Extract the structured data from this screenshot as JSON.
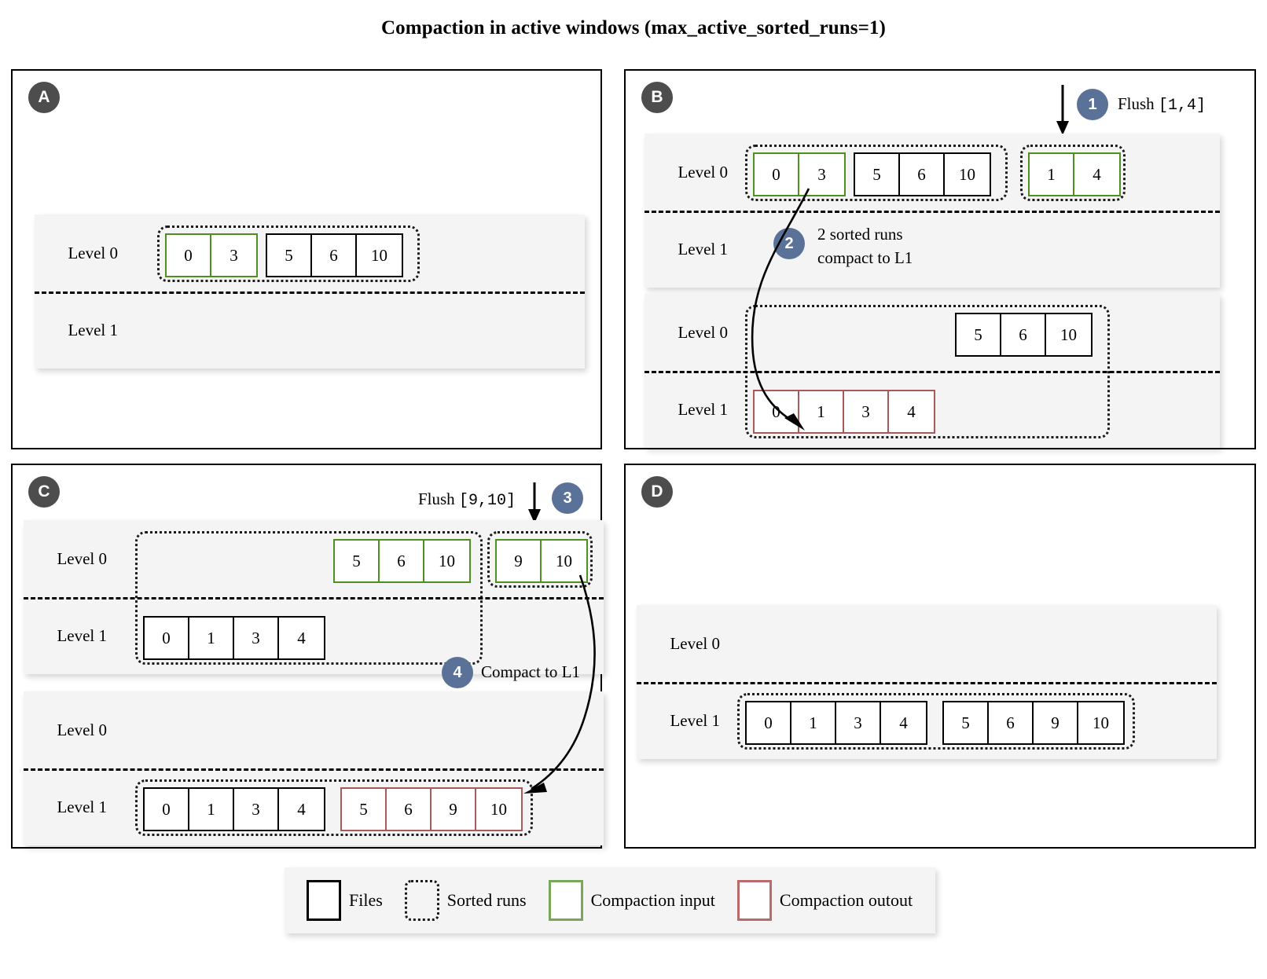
{
  "title": "Compaction in active windows (max_active_sorted_runs=1)",
  "colors": {
    "file_border": "#000000",
    "compaction_input": "#4f8f20",
    "compaction_output": "#a85a5a",
    "step_badge": "#5a7298",
    "panel_badge": "#4d4d4d",
    "band_bg": "#f4f4f4"
  },
  "labels": {
    "level0": "Level 0",
    "level1": "Level 1"
  },
  "panels": {
    "a": {
      "badge": "A",
      "states": [
        {
          "level0": [
            {
              "style": "green",
              "cells": [
                "0",
                "3"
              ]
            },
            {
              "style": "black",
              "cells": [
                "5",
                "6",
                "10"
              ]
            }
          ],
          "level1": []
        }
      ]
    },
    "b": {
      "badge": "B",
      "steps": [
        {
          "num": "1",
          "text": "Flush",
          "arg": "[1,4]"
        },
        {
          "num": "2",
          "line1": "2 sorted runs",
          "line2": "compact to L1"
        }
      ],
      "states": [
        {
          "level0": [
            {
              "style": "green",
              "cells": [
                "0",
                "3"
              ]
            },
            {
              "style": "black",
              "cells": [
                "5",
                "6",
                "10"
              ]
            },
            {
              "style": "green",
              "cells": [
                "1",
                "4"
              ]
            }
          ],
          "level1": []
        },
        {
          "level0": [
            {
              "style": "black",
              "cells": [
                "5",
                "6",
                "10"
              ]
            }
          ],
          "level1": [
            {
              "style": "red",
              "cells": [
                "0",
                "1",
                "3",
                "4"
              ]
            }
          ]
        }
      ]
    },
    "c": {
      "badge": "C",
      "steps": [
        {
          "num": "3",
          "text": "Flush",
          "arg": "[9,10]"
        },
        {
          "num": "4",
          "text": "Compact to L1"
        }
      ],
      "states": [
        {
          "level0": [
            {
              "style": "green",
              "cells": [
                "5",
                "6",
                "10"
              ]
            },
            {
              "style": "green",
              "cells": [
                "9",
                "10"
              ]
            }
          ],
          "level1": [
            {
              "style": "black",
              "cells": [
                "0",
                "1",
                "3",
                "4"
              ]
            }
          ]
        },
        {
          "level0": [],
          "level1": [
            {
              "style": "black",
              "cells": [
                "0",
                "1",
                "3",
                "4"
              ]
            },
            {
              "style": "red",
              "cells": [
                "5",
                "6",
                "9",
                "10"
              ]
            }
          ]
        }
      ]
    },
    "d": {
      "badge": "D",
      "states": [
        {
          "level0": [],
          "level1": [
            {
              "style": "black",
              "cells": [
                "0",
                "1",
                "3",
                "4"
              ]
            },
            {
              "style": "black",
              "cells": [
                "5",
                "6",
                "9",
                "10"
              ]
            }
          ]
        }
      ]
    }
  },
  "legend": [
    {
      "swatch": "black",
      "label": "Files"
    },
    {
      "swatch": "dot",
      "label": "Sorted runs"
    },
    {
      "swatch": "green",
      "label": "Compaction input"
    },
    {
      "swatch": "red",
      "label": "Compaction outout"
    }
  ]
}
